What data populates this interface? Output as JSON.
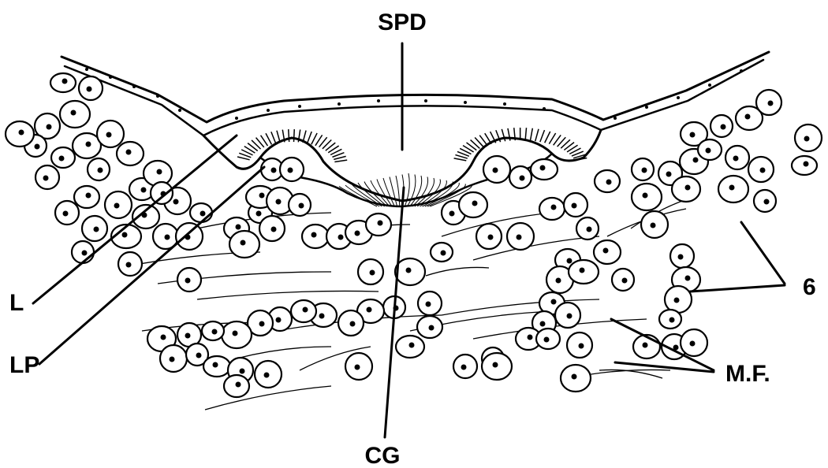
{
  "labels": {
    "spd": "SPD",
    "l": "L",
    "lp": "LP",
    "cg": "CG",
    "six": "6",
    "mf": "M.F."
  },
  "colors": {
    "ink": "#000000",
    "paper": "#ffffff"
  }
}
